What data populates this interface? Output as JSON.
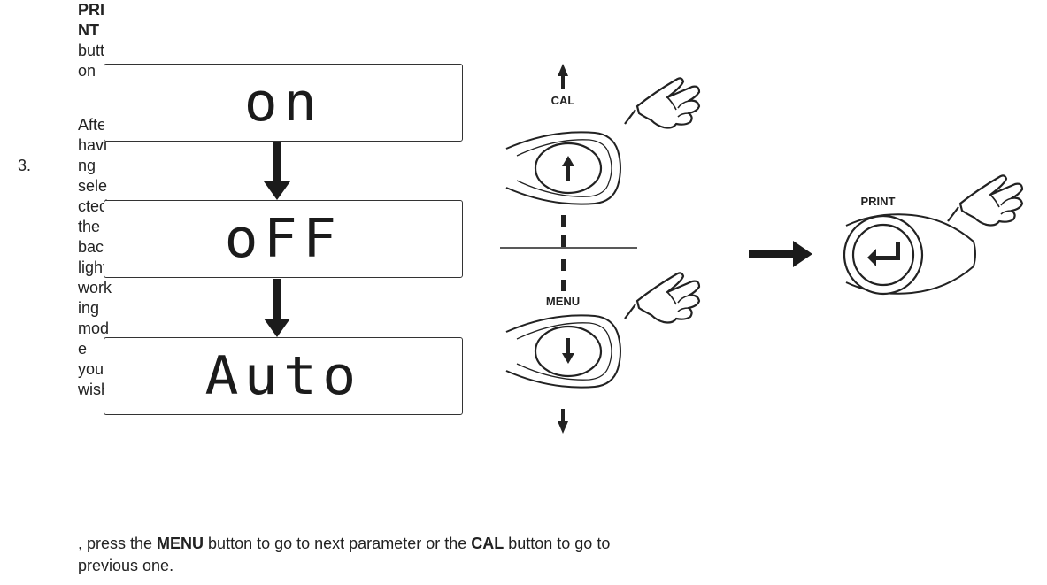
{
  "text_column": {
    "lines": [
      "PRI",
      "NT",
      "butt",
      "on"
    ],
    "step_number": "3.",
    "step_lines": [
      "After",
      "havi",
      "ng",
      "sele",
      "cted",
      "the",
      "back",
      "light",
      "work",
      "ing",
      "mod",
      "e",
      "you",
      "wish"
    ]
  },
  "tail": {
    "part1": ", press the ",
    "menu_word": "MENU",
    "part2": " button to go to next parameter or the ",
    "cal_word": "CAL",
    "part3": " button to go to",
    "line2": "previous one."
  },
  "displays": [
    "on",
    "oFF",
    "Auto"
  ],
  "buttons": {
    "cal_label": "CAL",
    "menu_label": "MENU",
    "print_label": "PRINT"
  }
}
